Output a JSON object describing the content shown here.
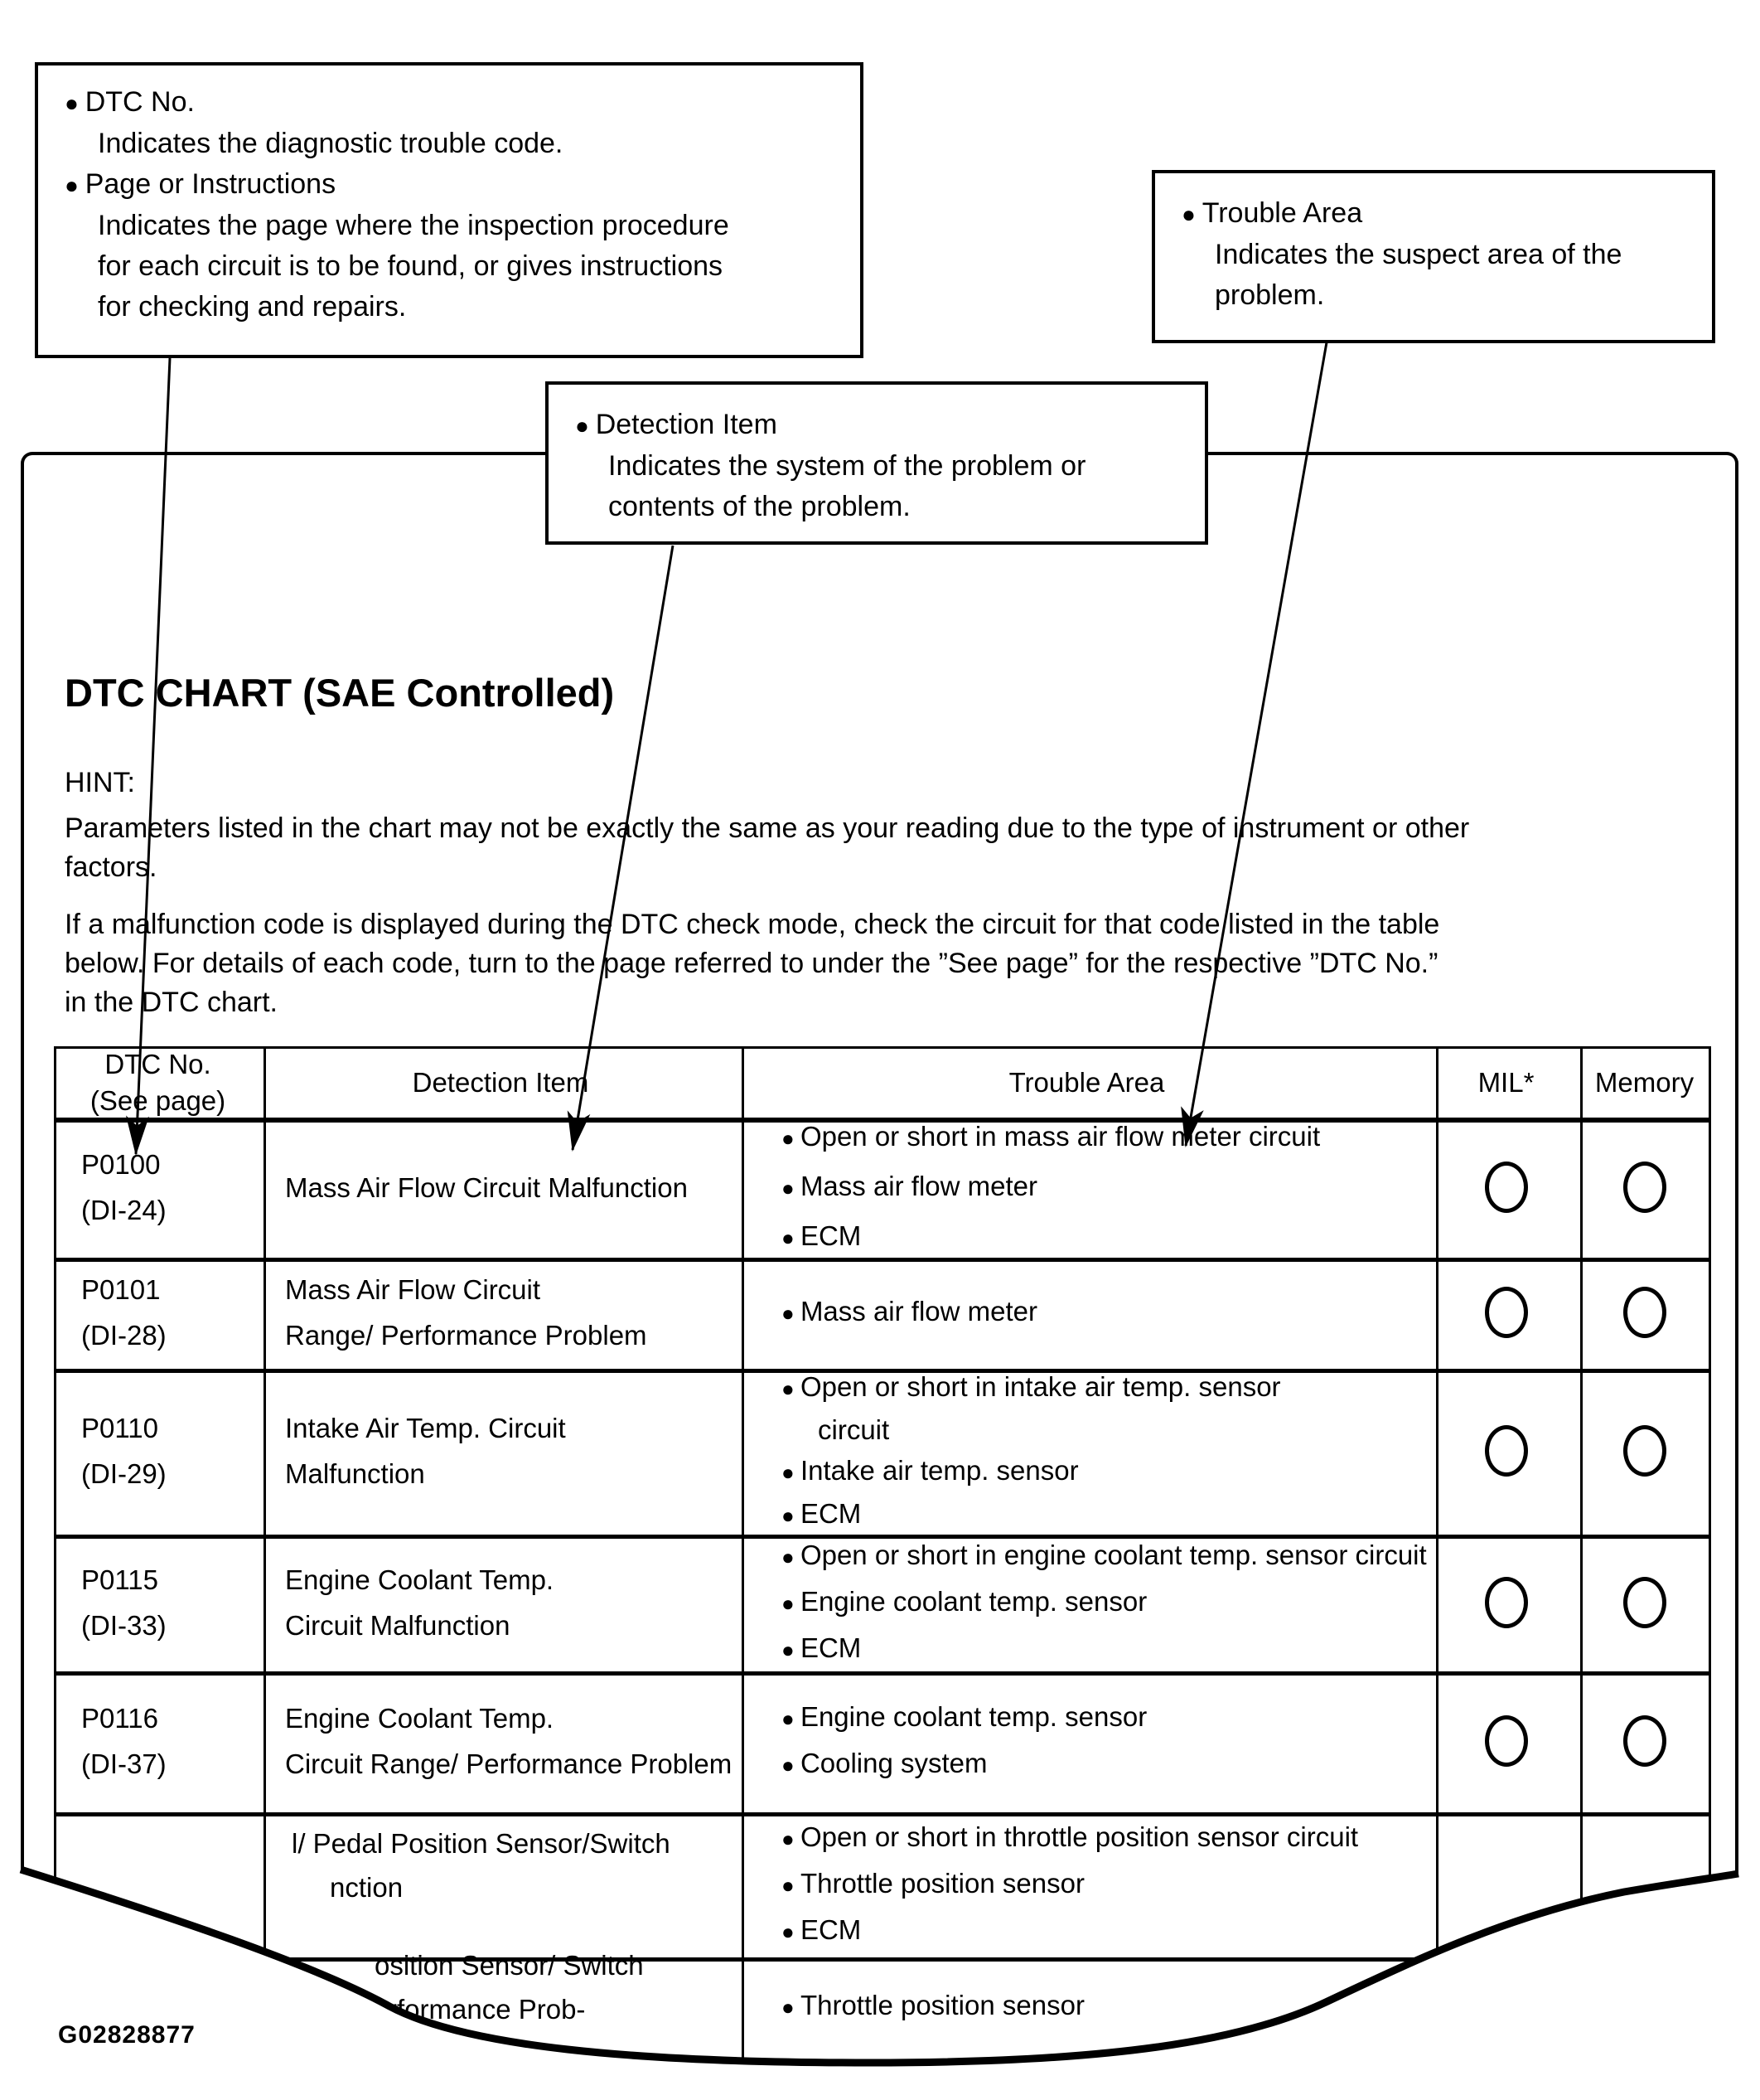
{
  "colors": {
    "ink": "#000000",
    "paper": "#ffffff"
  },
  "callouts": {
    "dtc_no_box": {
      "items": [
        {
          "title": "DTC No.",
          "lines": [
            "Indicates the diagnostic trouble code."
          ]
        },
        {
          "title": "Page or Instructions",
          "lines": [
            "Indicates the page where the inspection procedure",
            "for each circuit is to be found, or gives instructions",
            "for checking and repairs."
          ]
        }
      ]
    },
    "detection_item_box": {
      "title": "Detection Item",
      "lines": [
        "Indicates the system of the problem or",
        "contents of the problem."
      ]
    },
    "trouble_area_box": {
      "title": "Trouble Area",
      "lines": [
        "Indicates the suspect area of the",
        "problem."
      ]
    }
  },
  "page": {
    "title": "DTC CHART (SAE Controlled)",
    "hint_label": "HINT:",
    "hint_lines": [
      "Parameters listed in the chart may not be exactly the same as your reading due to the type of instrument or other",
      "factors."
    ],
    "intro_lines": [
      "If a malfunction code is displayed during the DTC check mode, check the circuit for that code listed in the table",
      "below. For details of each code, turn to the page referred to under the ”See page” for the respective ”DTC No.”",
      "in the DTC chart."
    ],
    "figure_code": "G02828877"
  },
  "table": {
    "headers": {
      "col1_line1": "DTC No.",
      "col1_line2": "(See page)",
      "col2": "Detection Item",
      "col3": "Trouble Area",
      "col4": "MIL*",
      "col5": "Memory"
    },
    "rows": [
      {
        "code": "P0100",
        "page": "(DI-24)",
        "detection": [
          "Mass Air Flow Circuit Malfunction"
        ],
        "trouble": [
          [
            "Open or short in mass air flow meter circuit"
          ],
          [
            "Mass air flow meter"
          ],
          [
            "ECM"
          ]
        ],
        "mil": true,
        "memory": true
      },
      {
        "code": "P0101",
        "page": "(DI-28)",
        "detection": [
          "Mass Air Flow Circuit",
          "Range/ Performance Problem"
        ],
        "trouble": [
          [
            "Mass air flow meter"
          ]
        ],
        "mil": true,
        "memory": true
      },
      {
        "code": "P0110",
        "page": "(DI-29)",
        "detection": [
          "Intake Air Temp. Circuit",
          "Malfunction"
        ],
        "trouble": [
          [
            "Open or short in intake air temp. sensor",
            "circuit"
          ],
          [
            "Intake air temp. sensor"
          ],
          [
            "ECM"
          ]
        ],
        "mil": true,
        "memory": true
      },
      {
        "code": "P0115",
        "page": "(DI-33)",
        "detection": [
          "Engine Coolant Temp.",
          "Circuit Malfunction"
        ],
        "trouble": [
          [
            "Open or short in engine coolant temp. sensor circuit"
          ],
          [
            "Engine coolant temp. sensor"
          ],
          [
            "ECM"
          ]
        ],
        "mil": true,
        "memory": true
      },
      {
        "code": "P0116",
        "page": "(DI-37)",
        "detection": [
          "Engine Coolant Temp.",
          "Circuit Range/ Performance Problem"
        ],
        "trouble": [
          [
            "Engine coolant temp. sensor"
          ],
          [
            "Cooling system"
          ]
        ],
        "mil": true,
        "memory": true
      },
      {
        "code": "",
        "page": "",
        "detection_fragments": [
          "l/ Pedal Position Sensor/Switch",
          "nction"
        ],
        "trouble": [
          [
            "Open or short in throttle position sensor circuit"
          ],
          [
            "Throttle position sensor"
          ],
          [
            "ECM"
          ]
        ],
        "mil": false,
        "memory": false
      },
      {
        "code": "",
        "page": "",
        "detection_fragments": [
          "osition Sensor/ Switch",
          "rformance Prob-"
        ],
        "trouble": [
          [
            "Throttle position sensor"
          ]
        ],
        "mil": false,
        "memory": false
      }
    ]
  }
}
